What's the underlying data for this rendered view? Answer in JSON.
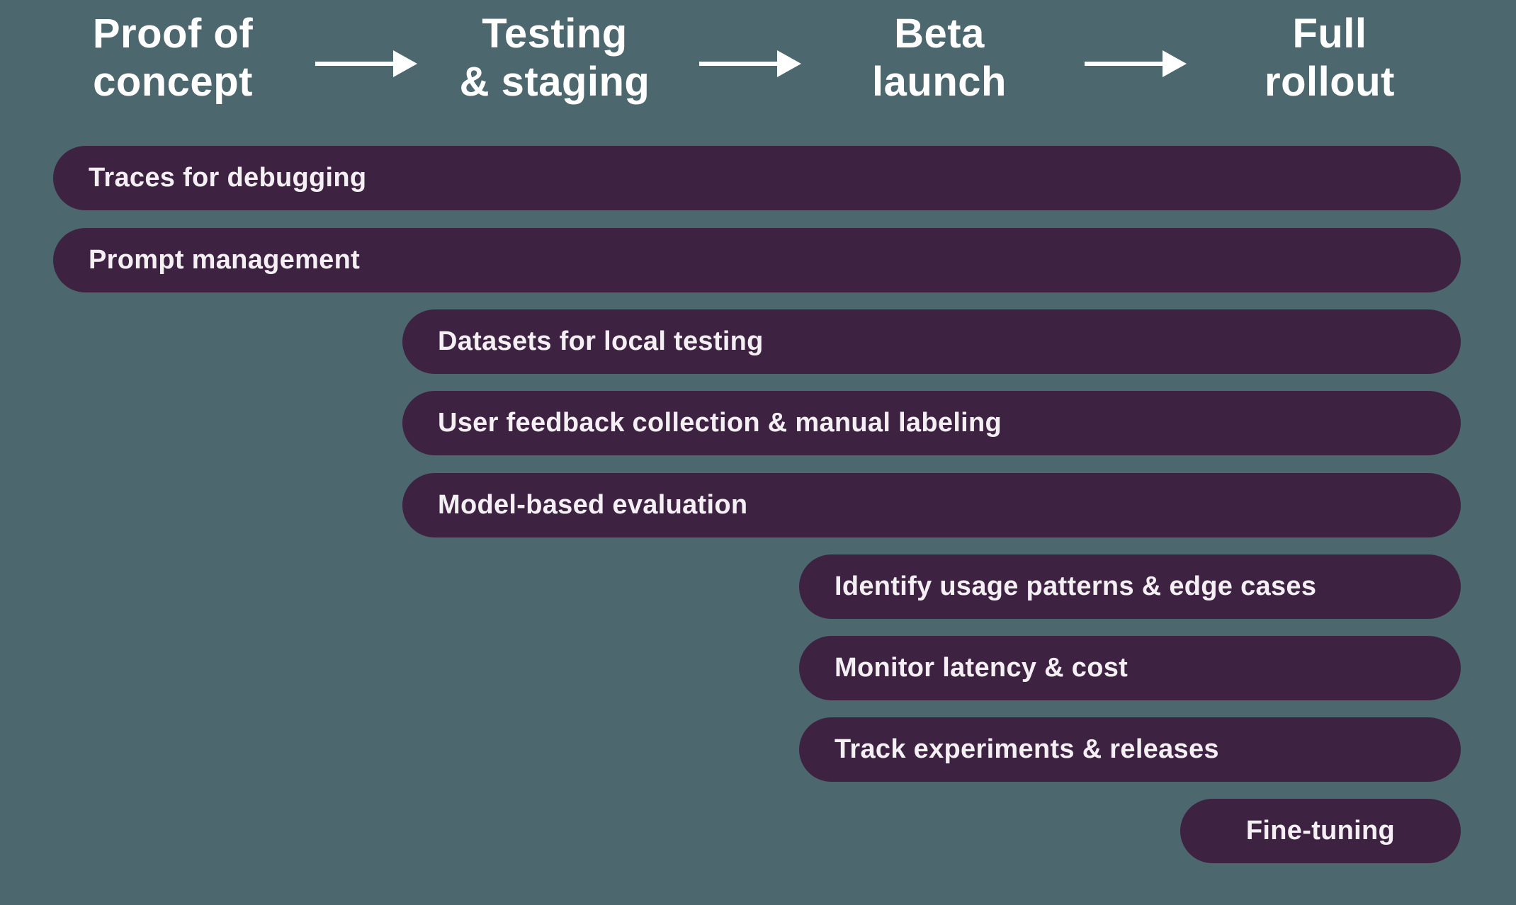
{
  "colors": {
    "background": "#4D676E",
    "bar_fill": "#3D2242",
    "bar_text": "#F3EFF3",
    "header_text": "#FFFFFF",
    "arrow": "#FFFFFF"
  },
  "stages": [
    {
      "line1": "Proof of",
      "line2": "concept"
    },
    {
      "line1": "Testing",
      "line2": "& staging"
    },
    {
      "line1": "Beta",
      "line2": "launch"
    },
    {
      "line1": "Full",
      "line2": "rollout"
    }
  ],
  "bars": [
    {
      "label": "Traces for debugging",
      "from_stage": "Proof of concept",
      "to_stage": "Full rollout"
    },
    {
      "label": "Prompt management",
      "from_stage": "Proof of concept",
      "to_stage": "Full rollout"
    },
    {
      "label": "Datasets for local testing",
      "from_stage": "Testing & staging",
      "to_stage": "Full rollout"
    },
    {
      "label": "User feedback collection & manual labeling",
      "from_stage": "Testing & staging",
      "to_stage": "Full rollout"
    },
    {
      "label": "Model-based evaluation",
      "from_stage": "Testing & staging",
      "to_stage": "Full rollout"
    },
    {
      "label": "Identify usage patterns & edge cases",
      "from_stage": "Beta launch",
      "to_stage": "Full rollout"
    },
    {
      "label": "Monitor latency & cost",
      "from_stage": "Beta launch",
      "to_stage": "Full rollout"
    },
    {
      "label": "Track experiments & releases",
      "from_stage": "Beta launch",
      "to_stage": "Full rollout"
    },
    {
      "label": "Fine-tuning",
      "from_stage": "Full rollout",
      "to_stage": "Full rollout"
    }
  ]
}
